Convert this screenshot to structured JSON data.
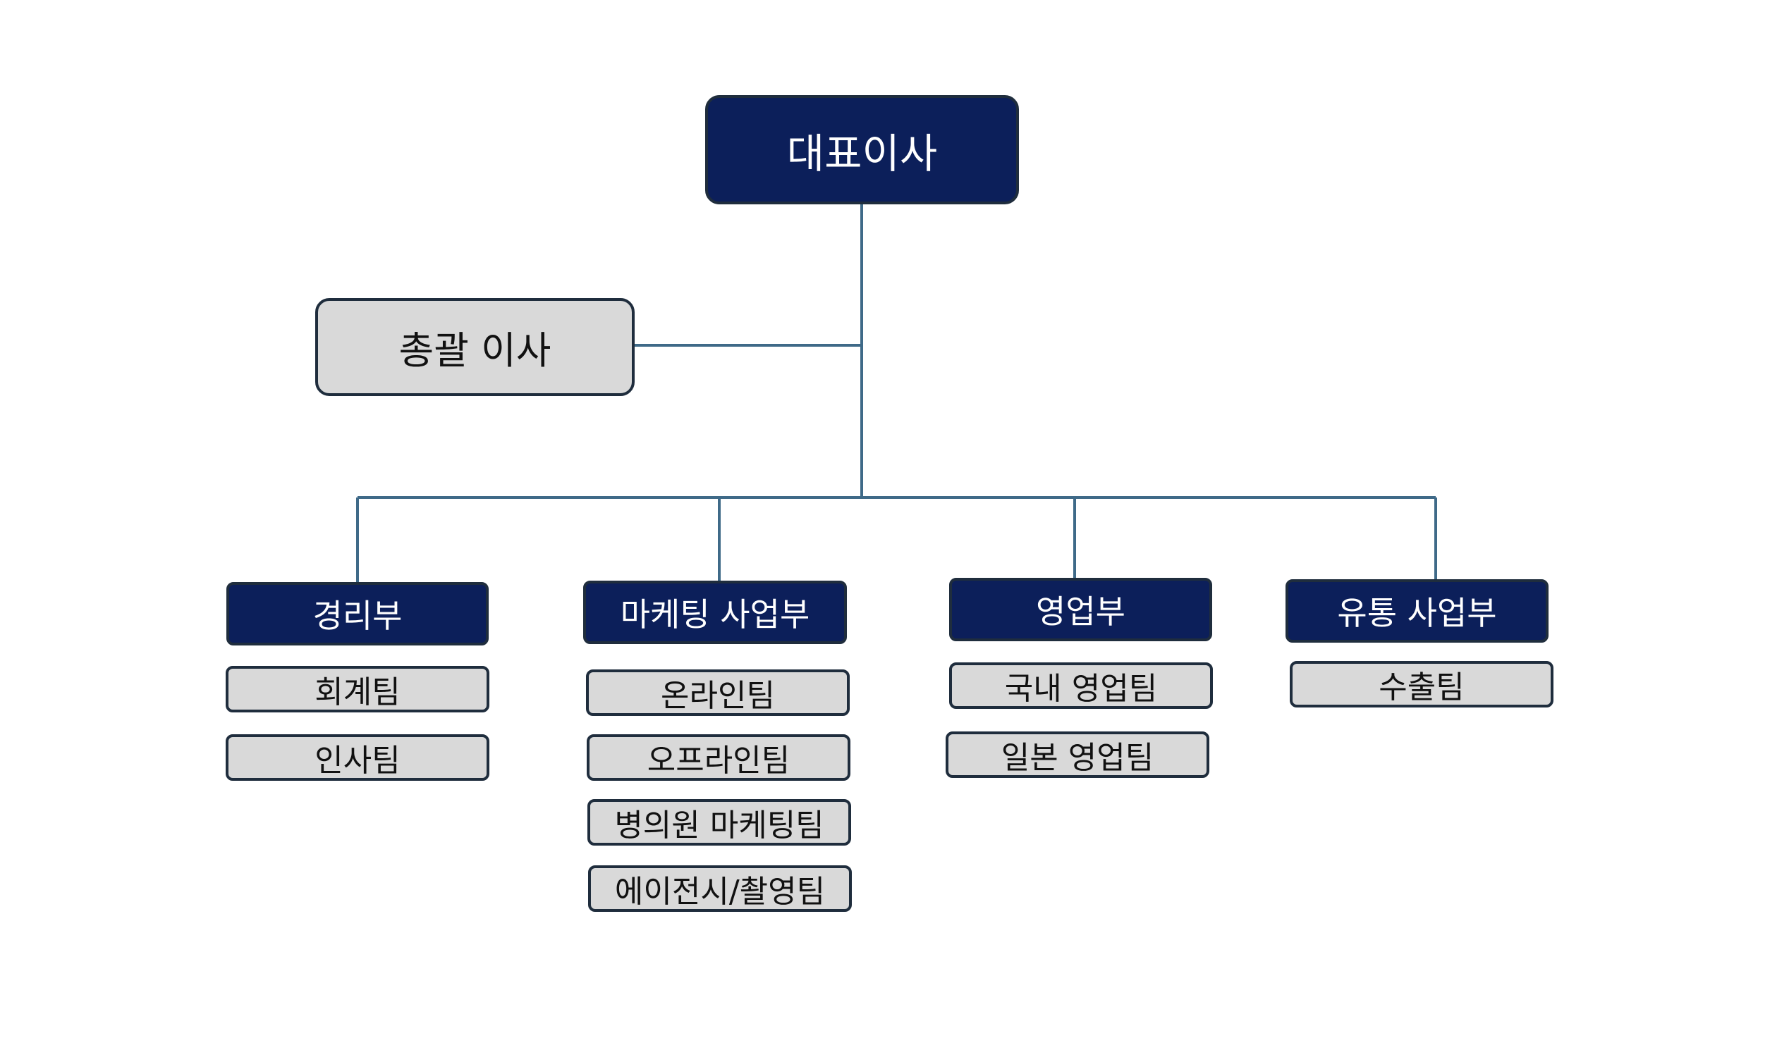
{
  "ceo": {
    "label": "대표이사"
  },
  "general_manager": {
    "label": "총괄 이사"
  },
  "departments": [
    {
      "label": "경리부",
      "teams": [
        "회계팀",
        "인사팀"
      ]
    },
    {
      "label": "마케팅 사업부",
      "teams": [
        "온라인팀",
        "오프라인팀",
        "병의원 마케팅팀",
        "에이전시/촬영팀"
      ]
    },
    {
      "label": "영업부",
      "teams": [
        "국내 영업팀",
        "일본 영업팀"
      ]
    },
    {
      "label": "유통 사업부",
      "teams": [
        "수출팀"
      ]
    }
  ],
  "colors": {
    "primary": "#0c1f5a",
    "secondary": "#d9d9d9",
    "connector": "#3f6a88",
    "border": "#1f2d3d"
  }
}
